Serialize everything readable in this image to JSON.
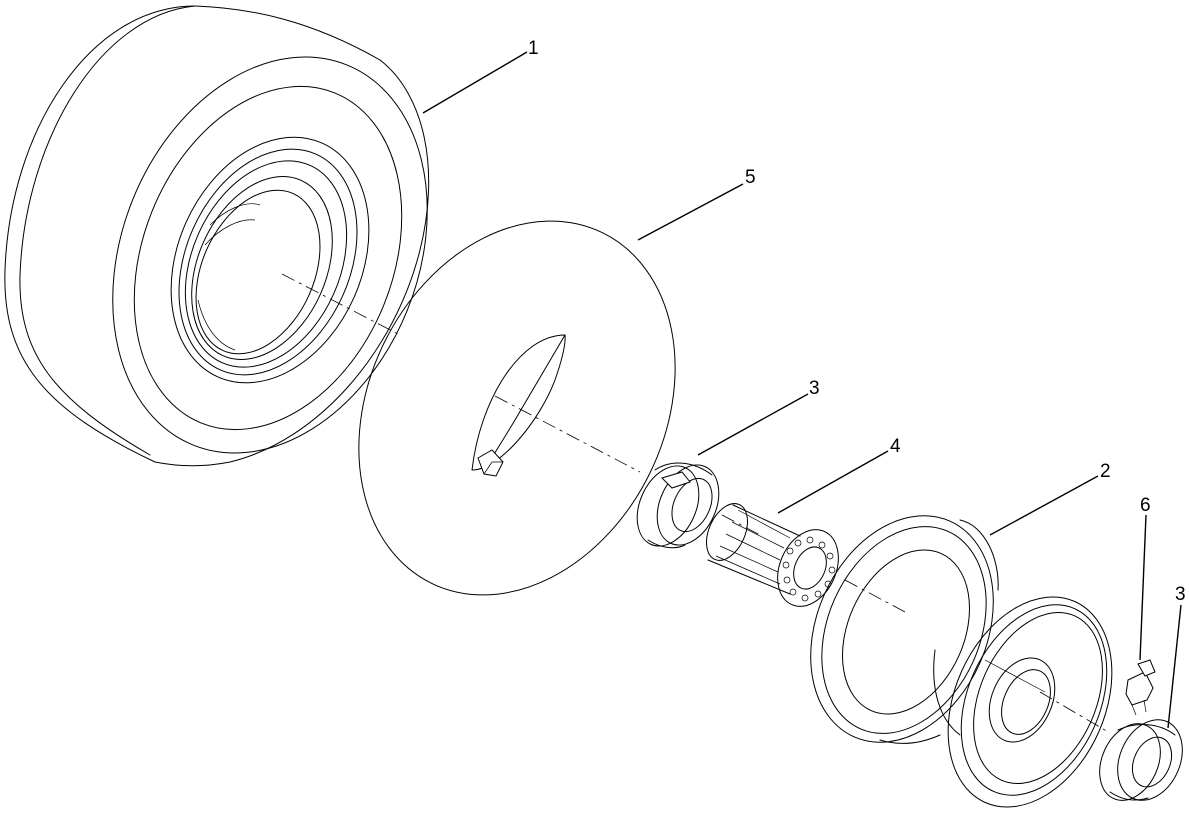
{
  "callouts": {
    "tire": "1",
    "inner_tube": "5",
    "bearing_front": "3",
    "roller_bearing": "4",
    "wheel_hub": "2",
    "grease_fitting": "6",
    "bearing_rear": "3"
  }
}
